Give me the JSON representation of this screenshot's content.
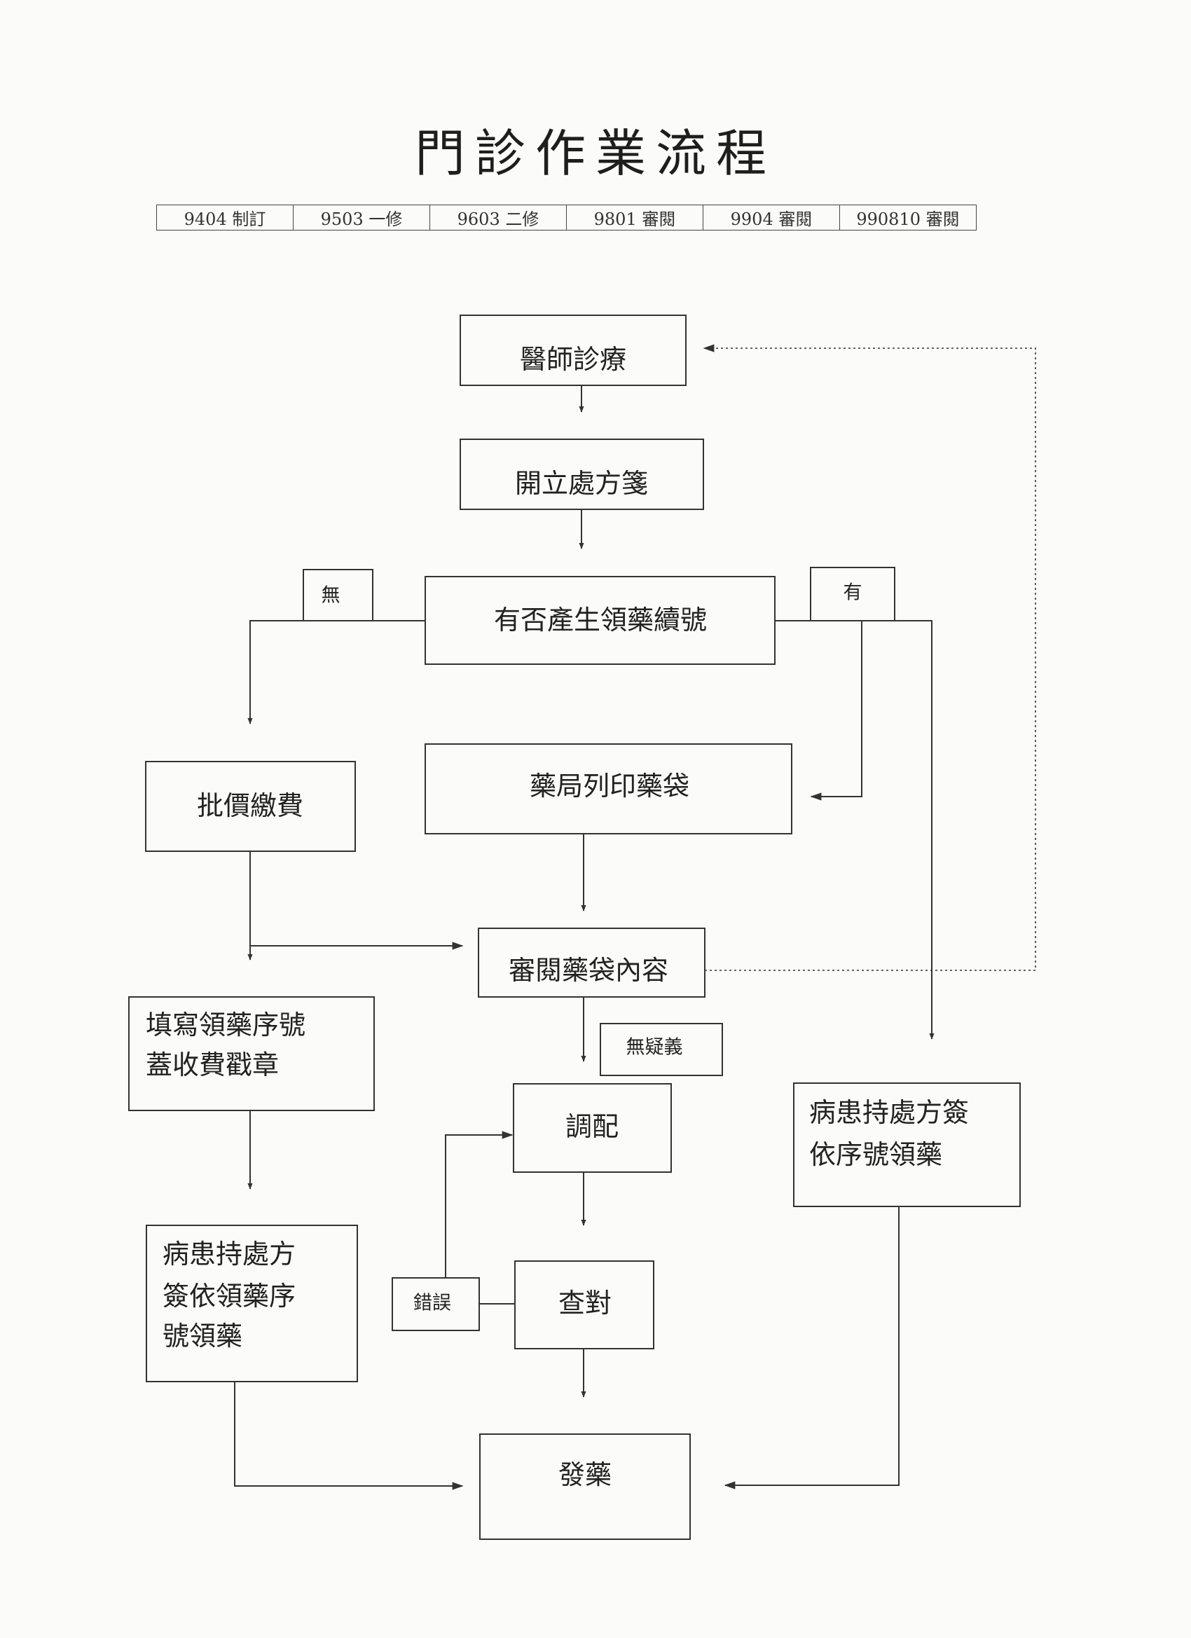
{
  "title": "門診作業流程",
  "revisions": [
    "9404 制訂",
    "9503 一修",
    "9603 二修",
    "9801 審閱",
    "9904 審閱",
    "990810 審閱"
  ],
  "nodes": {
    "doctor_visit": "醫師診療",
    "prescribe": "開立處方箋",
    "refill_check": "有否產生領藥續號",
    "pricing_payment": "批價繳費",
    "print_bag": "藥局列印藥袋",
    "review_bag": "審閱藥袋內容",
    "fill_number": [
      "填寫領藥序號",
      "蓋收費戳章"
    ],
    "dispense_prep": "調配",
    "verify": "查對",
    "patient_pickup_left": [
      "病患持處方",
      "簽依領藥序",
      "號領藥"
    ],
    "patient_pickup_right": [
      "病患持處方簽",
      "依序號領藥"
    ],
    "dispense": "發藥"
  },
  "labels": {
    "no": "無",
    "yes": "有",
    "no_doubt": "無疑義",
    "error": "錯誤"
  }
}
